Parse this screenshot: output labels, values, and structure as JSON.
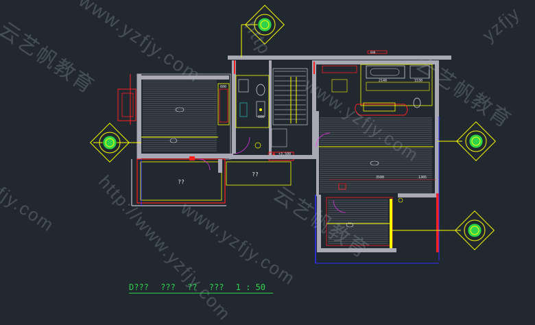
{
  "drawing": {
    "title_parts": [
      "D???",
      "???",
      "??",
      "???",
      "1 : 50"
    ],
    "background": "#212830",
    "colors": {
      "wall": "#a9a9b6",
      "red": "#ff2020",
      "yellow": "#ffff00",
      "green": "#2fd24a",
      "cyan": "#3ad3d3",
      "blue": "#3030ff",
      "magenta": "#ff30ff",
      "white": "#e8e8e8"
    }
  },
  "rooms": {
    "terrace_left": "??",
    "terrace_mid": "??"
  },
  "dimensions": {
    "d1": "2140",
    "d2": "1530",
    "d3": "3500",
    "d4": "1305",
    "d5": "600",
    "d6": "+3.500"
  },
  "watermarks": {
    "url": "www.yzfjy.com",
    "url_http": "http://www.yzfjy.com",
    "brand": "云艺帆教育",
    "frag1": "yzfjy",
    "frag2": "fjy.com",
    "frag3": "http"
  },
  "markers": [
    "compass-marker-top",
    "compass-marker-left",
    "compass-marker-right-upper",
    "compass-marker-right-lower"
  ]
}
